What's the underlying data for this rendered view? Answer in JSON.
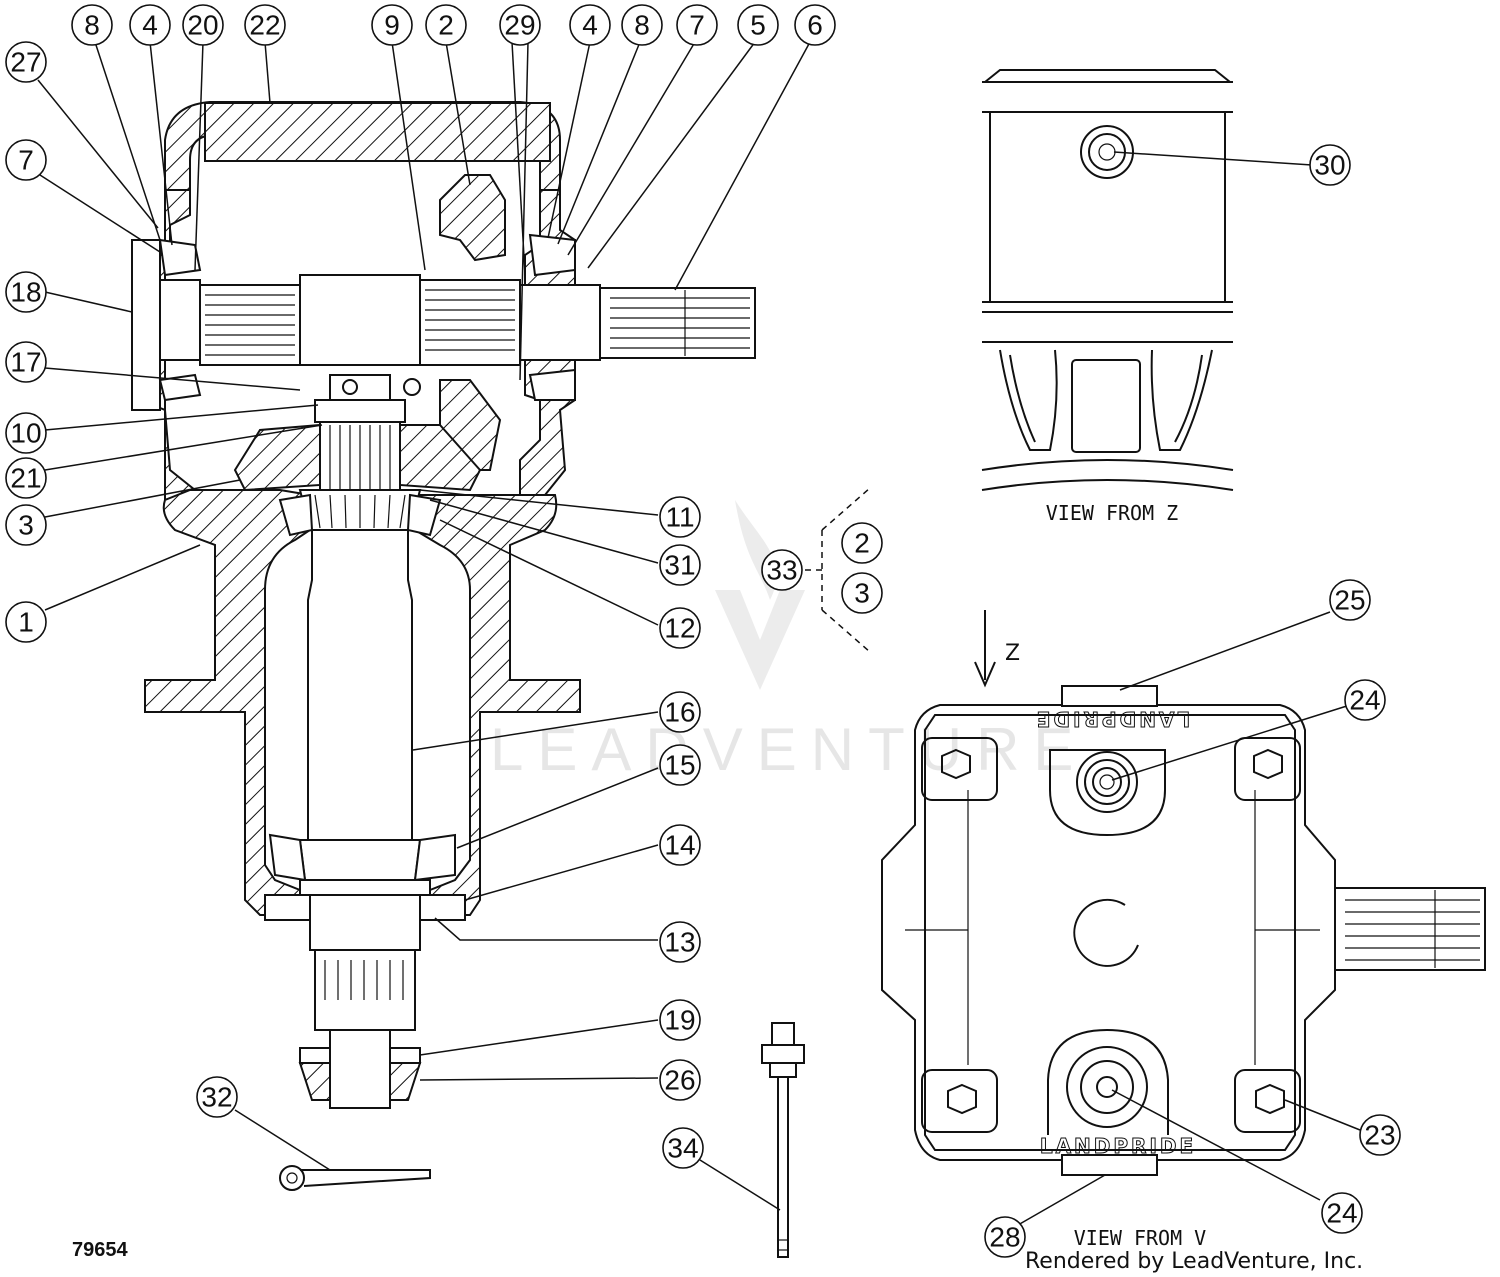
{
  "figure_number": "79654",
  "credit": "Rendered by LeadVenture, Inc.",
  "watermark": "LEADVENTURE",
  "view_labels": {
    "view_z": "VIEW FROM Z",
    "view_v": "VIEW FROM V",
    "arrow_z": "Z"
  },
  "brand_mark": "LANDPRIDE",
  "callouts": [
    {
      "id": "c8a",
      "label": "8"
    },
    {
      "id": "c4a",
      "label": "4"
    },
    {
      "id": "c20",
      "label": "20"
    },
    {
      "id": "c22",
      "label": "22"
    },
    {
      "id": "c27",
      "label": "27"
    },
    {
      "id": "c7a",
      "label": "7"
    },
    {
      "id": "c18",
      "label": "18"
    },
    {
      "id": "c17",
      "label": "17"
    },
    {
      "id": "c10",
      "label": "10"
    },
    {
      "id": "c21",
      "label": "21"
    },
    {
      "id": "c3a",
      "label": "3"
    },
    {
      "id": "c1",
      "label": "1"
    },
    {
      "id": "c9",
      "label": "9"
    },
    {
      "id": "c2a",
      "label": "2"
    },
    {
      "id": "c29",
      "label": "29"
    },
    {
      "id": "c4b",
      "label": "4"
    },
    {
      "id": "c8b",
      "label": "8"
    },
    {
      "id": "c7b",
      "label": "7"
    },
    {
      "id": "c5",
      "label": "5"
    },
    {
      "id": "c6",
      "label": "6"
    },
    {
      "id": "c11",
      "label": "11"
    },
    {
      "id": "c31",
      "label": "31"
    },
    {
      "id": "c12",
      "label": "12"
    },
    {
      "id": "c33",
      "label": "33"
    },
    {
      "id": "c2b",
      "label": "2"
    },
    {
      "id": "c3b",
      "label": "3"
    },
    {
      "id": "c16",
      "label": "16"
    },
    {
      "id": "c15",
      "label": "15"
    },
    {
      "id": "c14",
      "label": "14"
    },
    {
      "id": "c13",
      "label": "13"
    },
    {
      "id": "c19",
      "label": "19"
    },
    {
      "id": "c26",
      "label": "26"
    },
    {
      "id": "c32",
      "label": "32"
    },
    {
      "id": "c34",
      "label": "34"
    },
    {
      "id": "c30",
      "label": "30"
    },
    {
      "id": "c25",
      "label": "25"
    },
    {
      "id": "c24a",
      "label": "24"
    },
    {
      "id": "c23",
      "label": "23"
    },
    {
      "id": "c24b",
      "label": "24"
    },
    {
      "id": "c28",
      "label": "28"
    }
  ]
}
